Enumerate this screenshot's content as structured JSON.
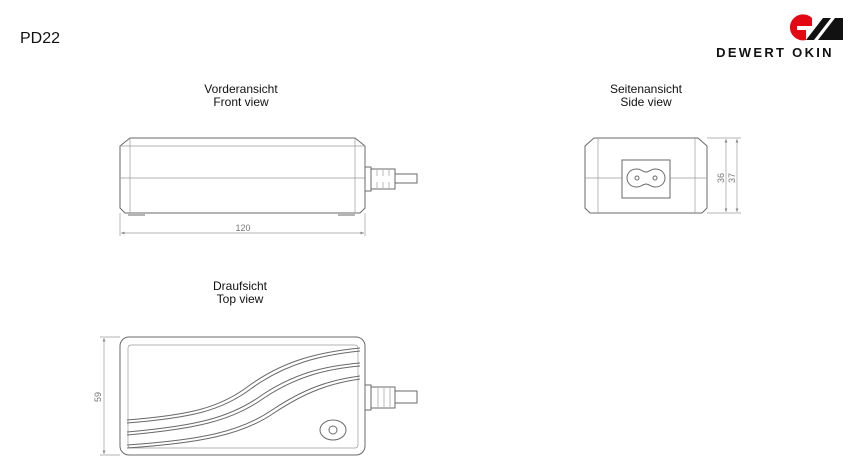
{
  "model": "PD22",
  "logo": {
    "text": "DEWERT OKIN",
    "accent_color": "#e30613"
  },
  "views": {
    "front": {
      "title_de": "Vorderansicht",
      "title_en": "Front view",
      "dimension": "120"
    },
    "side": {
      "title_de": "Seitenansicht",
      "title_en": "Side view",
      "dimension_inner": "36",
      "dimension_outer": "37"
    },
    "top": {
      "title_de": "Draufsicht",
      "title_en": "Top view",
      "dimension": "59"
    }
  }
}
